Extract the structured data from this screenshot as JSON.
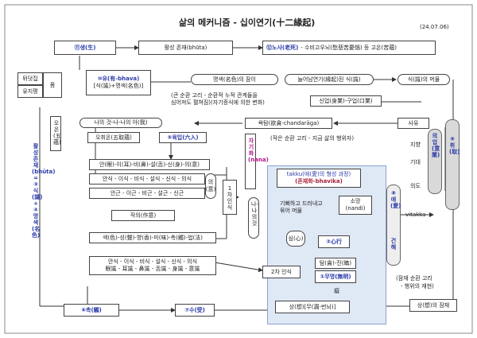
{
  "header": {
    "title": "삶의 메커니즘 - 십이연기(十二緣起)",
    "date": "(24.07.06)"
  },
  "nodes": {
    "birth": "⑪생(生)",
    "existence_being": "활성 존재(bhūta)",
    "aging_death": "⑫노사(老死)",
    "aging_death_desc": "- 수비고우뇌(愁悲苦憂惱) 등 고온(苦蘊)",
    "dutjip": "뒤덧집",
    "yujipyeong": "유지평",
    "body": "몸",
    "becoming": "⑩유(有-bhava)",
    "becoming_sub": "[식(識)+명색(名色)]",
    "name_form_work": "명색(名色)의 잠이",
    "big_cycle": "(큰 순환 고리 - 순환적 누적 관계들을",
    "big_cycle2": "심어져도 펼쳐짐)(자기증식에 의한 변화)",
    "dependent": "늘어남연기(緣起)된 식(識)",
    "clinging_side": "식(識)의 머물",
    "conceptual": "신업(身業)-구업(口業)",
    "attachment": "욕탐(欲貪-chandarāga)",
    "self_other": "나의 것-나-나의 아(我)",
    "five_aggregates": "오취온(五取蘊)",
    "six_senses": "⑤육입(六入)",
    "five_aggregates_v": "오온(五蘊)",
    "small_cycle": "(작은 순환 고리 - 지금 삶의 행위자)",
    "mind": "사유",
    "intention": "지향",
    "wait": "기대",
    "will": "의도",
    "grasping_v": "⑨취(取)",
    "intention_v": "의업(意業)",
    "row1": "안(眼)-이(耳)-비(鼻)-설(舌)-신(身)-의(意)",
    "row2": "안식 - 이식 - 비식 - 설식 - 신식 - 의식",
    "row3": "안근 - 이근 - 비근 - 설근 - 신근",
    "row4": "작의(作意)",
    "row5": "색(色)-성(聲)-향(香)-미(味)-촉(觸)-법(法)",
    "row6a": "안식 - 이식 - 비식 - 설식 - 신식 - 의식",
    "row6b": "眼識 - 耳識 - 鼻識 - 舌識 - 身識 - 意識",
    "mind_side": "의(意)",
    "first_consciousness": "1차 인식",
    "self_making": "자기화(nana)",
    "self_making2": "나-나의것",
    "takkul_title": "takku(애(愛)의 형성 과정)",
    "takkul_sub": "(존재화-bhavika)",
    "takkul_desc1": "기뻐하고 드러내고",
    "takkul_desc2": "묶어 머물",
    "desire": "소망",
    "desire_sub": "(nandi)",
    "craving": "⑧애(愛)",
    "heart": "심(心)",
    "nine": "②心行",
    "greed": "탐(貪)-진(瞋)",
    "ignorance": "①무명(無明)",
    "ignorance_note": "癡",
    "vitakka": "vitakka",
    "second_consciousness": "2차 인식",
    "contact": "⑥촉(觸)",
    "feeling": "⑦수(受)",
    "perception": "상(想)[무(漏-번뇌)]",
    "perception_side": "상(想)의 잠재",
    "saccess": "(잠재 순환 고리",
    "saccess2": "- 행위의 재현)",
    "left_vertical": "활성 존재(bhūta) = ③식(識) + ④명색(名色)",
    "consciousness_side": "식(識)",
    "shaping": "건해"
  },
  "colors": {
    "accent_blue": "#2a3aa8",
    "accent_magenta": "#b0178a",
    "panel_blue": "#dfe8f5"
  }
}
